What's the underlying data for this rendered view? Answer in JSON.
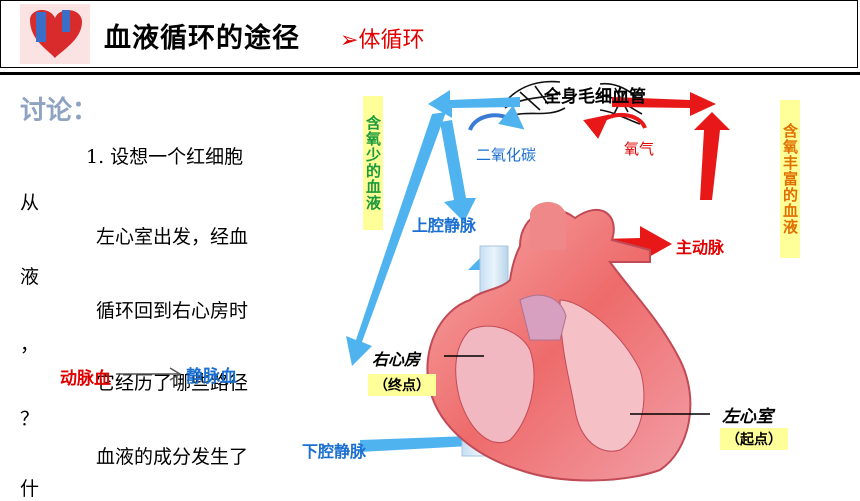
{
  "header": {
    "title": "血液循环的途径",
    "subtitle": "体循环",
    "subtitle_color": "#e00000"
  },
  "discussion": {
    "heading": "讨论：",
    "lines": [
      "1. 设想一个红细胞",
      "从",
      "左心室出发，经血",
      "液",
      "循环回到右心房时",
      "，",
      "它经历了哪些路径",
      "？",
      "血液的成分发生了",
      "什"
    ],
    "overlay": {
      "arterial": "动脉血",
      "venous": "静脉血"
    }
  },
  "diagram": {
    "capillaries": "全身毛细血管",
    "co2": "二氧化碳",
    "o2": "氧气",
    "left_label": "含氧少的血液",
    "right_label": "含氧丰富的血液",
    "superior_vena_cava": "上腔静脉",
    "inferior_vena_cava": "下腔静脉",
    "aorta": "主动脉",
    "right_atrium": "右心房",
    "right_atrium_tag": "（终点）",
    "left_ventricle": "左心室",
    "left_ventricle_tag": "（起点）"
  },
  "colors": {
    "blue_arrow": "#4fb3ef",
    "red_arrow": "#e81818",
    "highlight": "#ffff99"
  }
}
